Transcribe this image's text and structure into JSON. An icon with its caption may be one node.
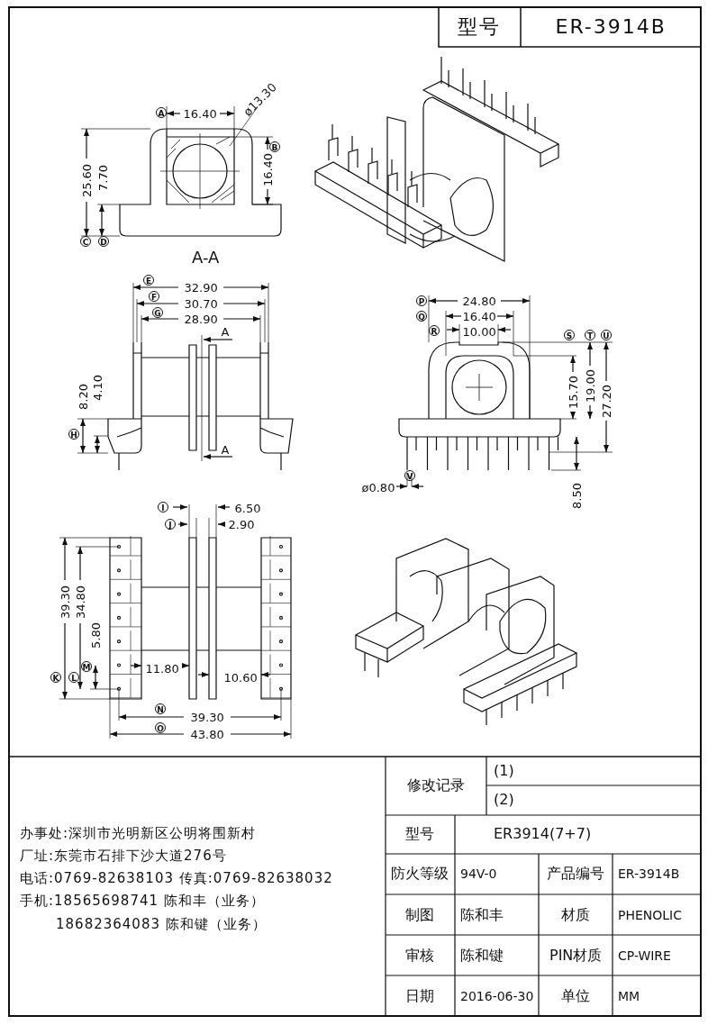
{
  "diagram": {
    "labels": [
      "型号",
      "ER-3914B",
      "A",
      "16.40",
      "ø13.30",
      "B",
      "25.60",
      "7.70",
      "16.40",
      "C",
      "D",
      "A-A",
      "E",
      "32.90",
      "F",
      "30.70",
      "G",
      "28.90",
      "A",
      "8.20",
      "4.10",
      "H",
      "A",
      "P",
      "24.80",
      "Q",
      "16.40",
      "R",
      "10.00",
      "S",
      "T",
      "U",
      "15.70",
      "19.00",
      "27.20",
      "V",
      "ø0.80",
      "8.50",
      "I",
      "6.50",
      "J",
      "2.90",
      "39.30",
      "34.80",
      "5.80",
      "M",
      "K",
      "L",
      "11.80",
      "10.60",
      "N",
      "39.30",
      "O",
      "43.80",
      "办事处:深圳市光明新区公明将围新村",
      "厂址:东莞市石排下沙大道276号",
      "电话:0769-82638103 传真:0769-82638032",
      "手机:18565698741 陈和丰（业务）",
      "18682364083 陈和键（业务）",
      "修改记录",
      "(1)",
      "(2)",
      "型号",
      "ER3914(7+7)",
      "防火等级",
      "94V-0",
      "产品编号",
      "ER-3914B",
      "制图",
      "陈和丰",
      "材质",
      "PHENOLIC",
      "审核",
      "陈和键",
      "PIN材质",
      "CP-WIRE",
      "日期",
      "2016-06-30",
      "单位",
      "MM"
    ]
  }
}
